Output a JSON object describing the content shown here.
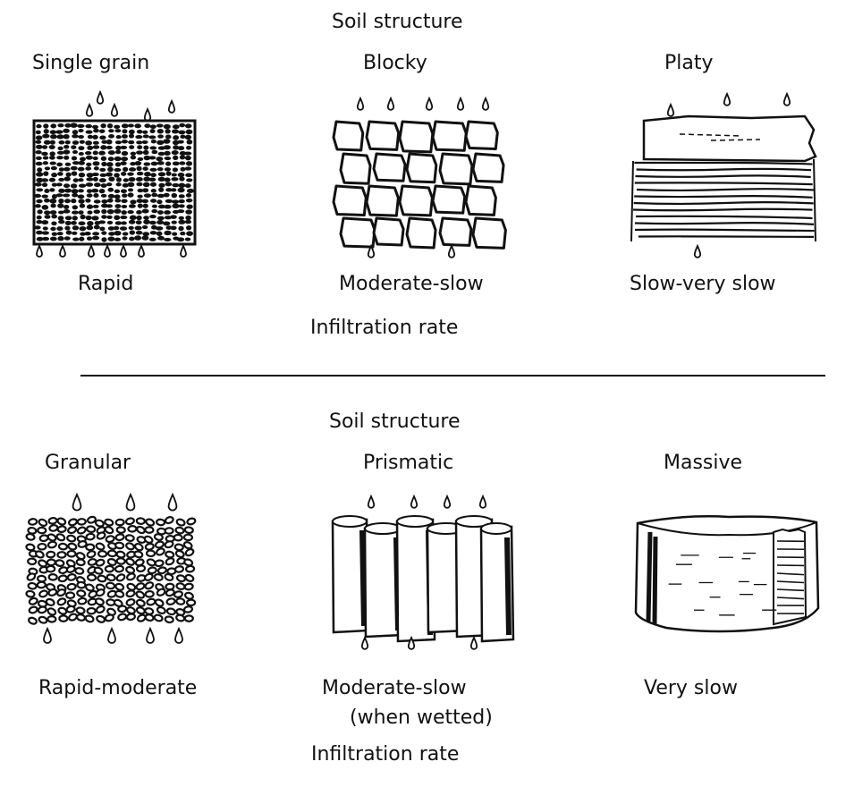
{
  "top": {
    "title": "Soil structure",
    "footer": "Infiltration rate",
    "items": [
      {
        "name": "Single grain",
        "rate": "Rapid"
      },
      {
        "name": "Blocky",
        "rate": "Moderate-slow"
      },
      {
        "name": "Platy",
        "rate": "Slow-very slow"
      }
    ]
  },
  "bottom": {
    "title": "Soil structure",
    "footer": "Infiltration rate",
    "items": [
      {
        "name": "Granular",
        "rate": "Rapid-moderate"
      },
      {
        "name": "Prismatic",
        "rate": "Moderate-slow",
        "rate_note": "(when wetted)"
      },
      {
        "name": "Massive",
        "rate": "Very slow"
      }
    ]
  }
}
